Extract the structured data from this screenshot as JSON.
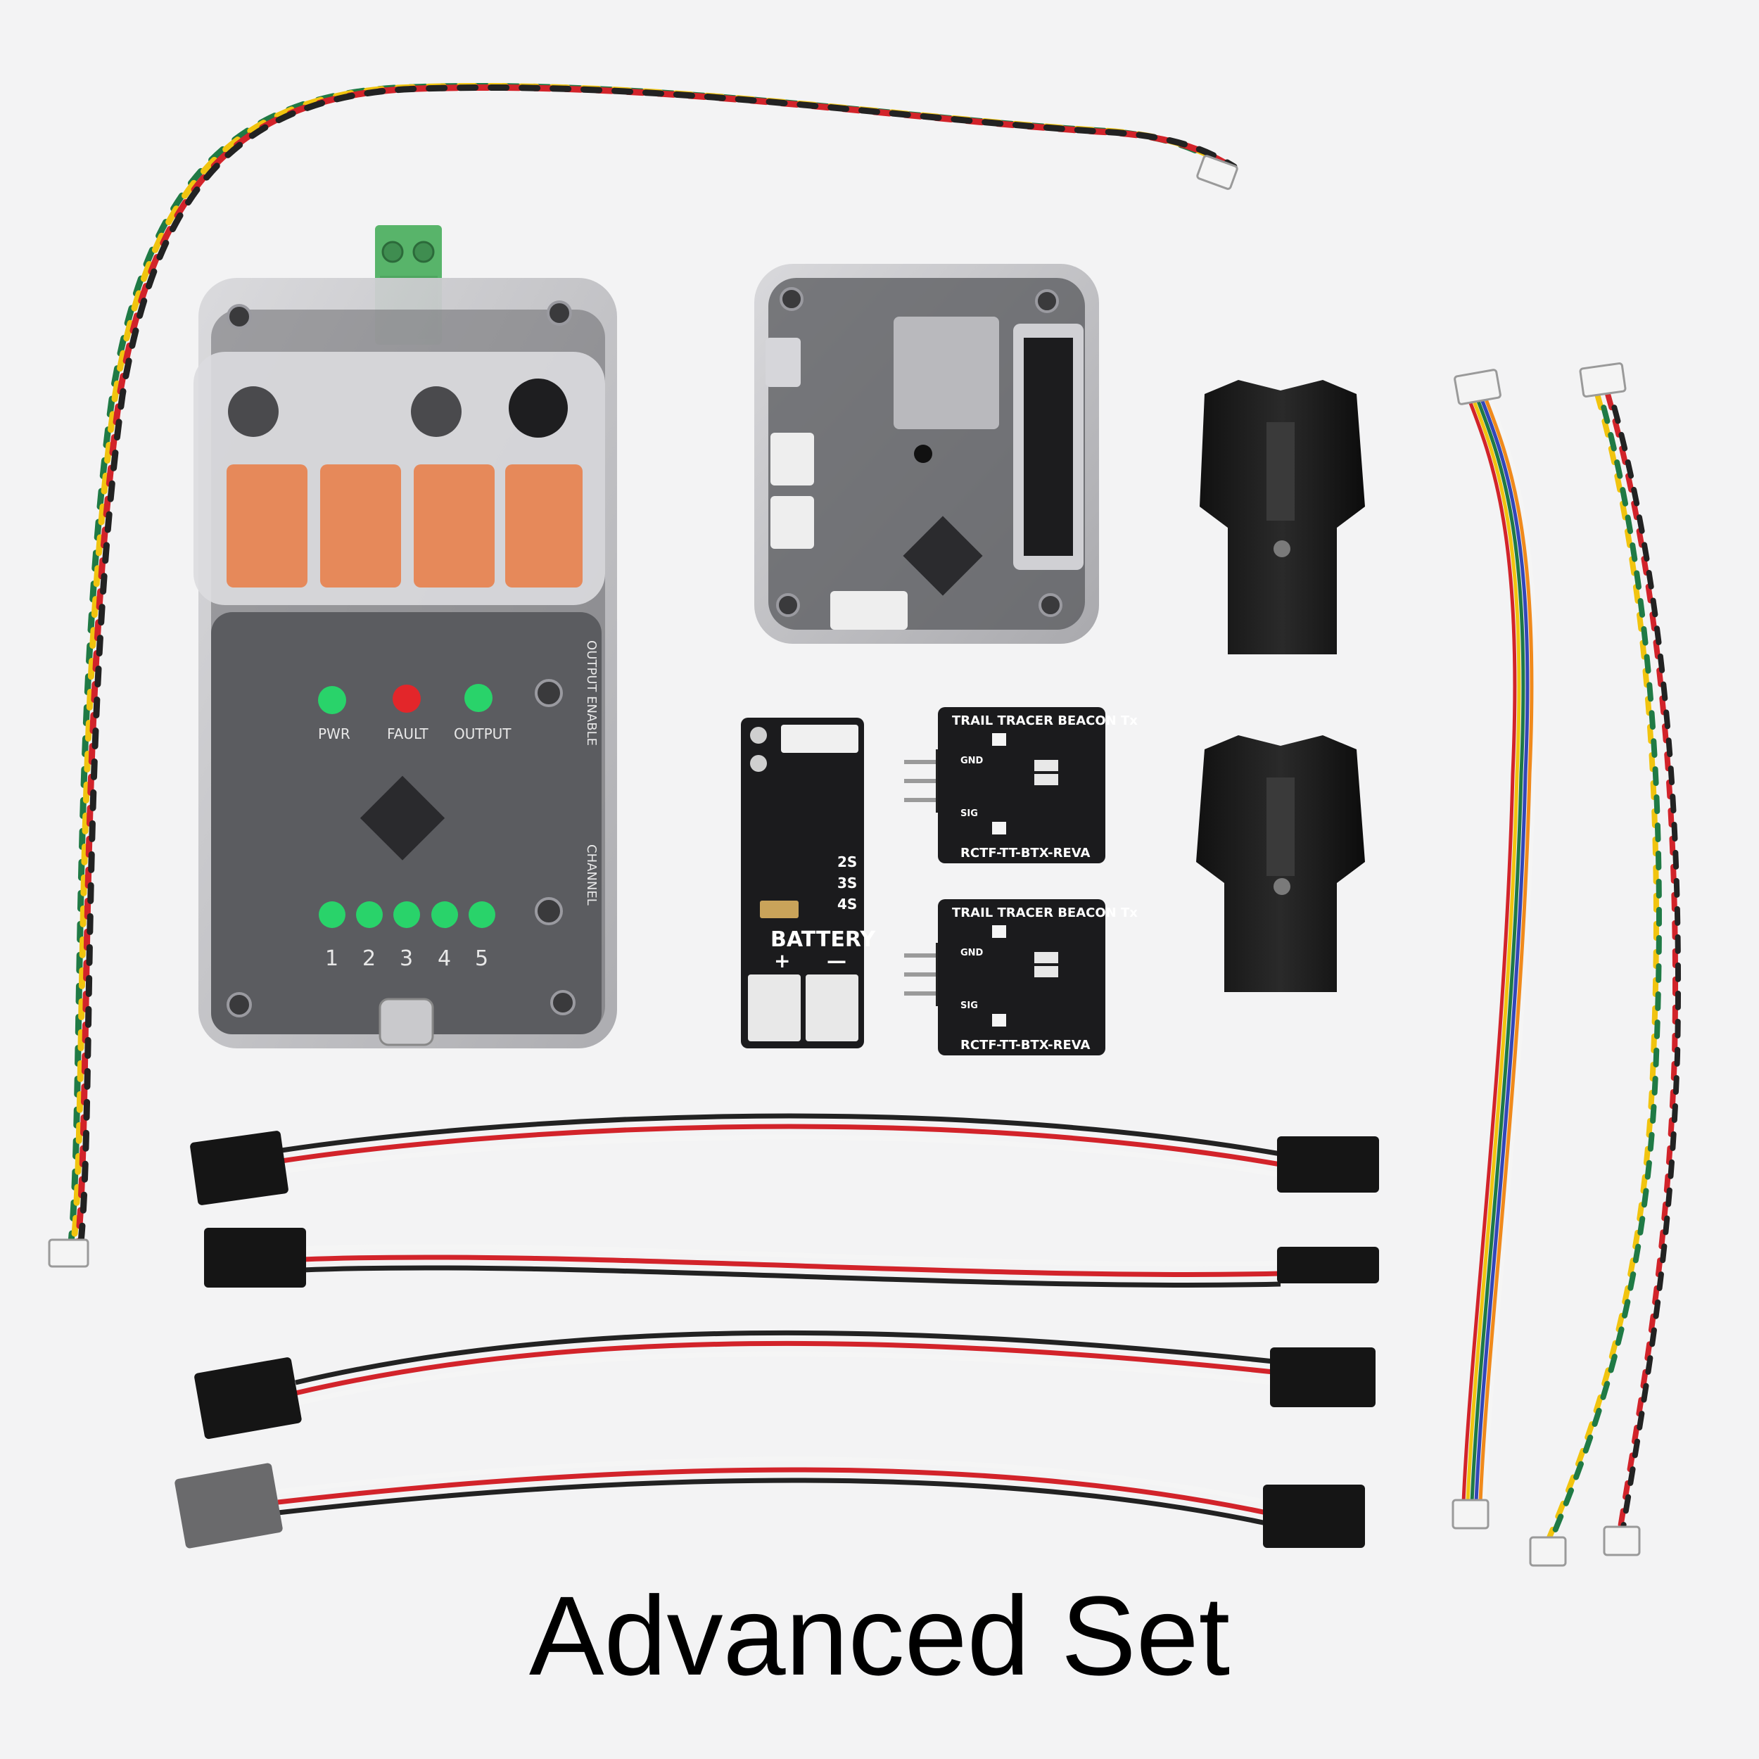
{
  "caption": "Advanced Set",
  "controller": {
    "led_labels": [
      "PWR",
      "FAULT",
      "OUTPUT"
    ],
    "channel_numbers": [
      "1",
      "2",
      "3",
      "4",
      "5"
    ],
    "side_label_top": "OUTPUT ENABLE",
    "side_label_bottom": "CHANNEL"
  },
  "battery_board": {
    "title": "BATTERY",
    "plus": "+",
    "minus": "—",
    "cell_labels": [
      "2S",
      "3S",
      "4S"
    ]
  },
  "beacons": [
    {
      "title": "TRAIL TRACER BEACON Tx",
      "model": "RCTF-TT-BTX-REVA",
      "pin_labels": [
        "GND",
        "SIG"
      ]
    },
    {
      "title": "TRAIL TRACER BEACON Tx",
      "model": "RCTF-TT-BTX-REVA",
      "pin_labels": [
        "GND",
        "SIG"
      ]
    }
  ],
  "colors": {
    "background": "#f3f3f4",
    "pcb": "#1b1b1d",
    "relay": "#e6895a",
    "led_green": "#29d36a",
    "led_red": "#e3262a",
    "terminal": "#58b46a",
    "wire_red": "#d2232a",
    "wire_black": "#222222",
    "wire_white": "#f5f5f5",
    "wire_yellow": "#f1c40f",
    "wire_green": "#1f7a45",
    "wire_blue": "#3347b8",
    "wire_orange": "#f08a1c"
  }
}
